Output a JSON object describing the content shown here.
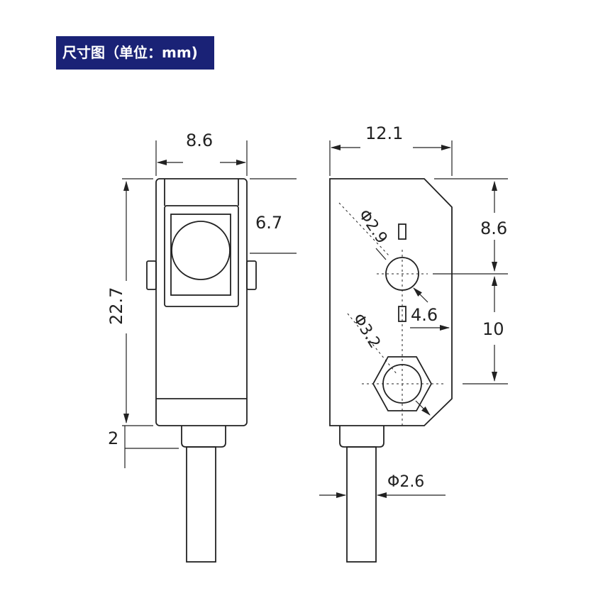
{
  "title": "尺寸图（单位：mm)",
  "front_view": {
    "width": "8.6",
    "height": "22.7",
    "window_offset": "6.7",
    "cable_neck": "2"
  },
  "side_view": {
    "width": "12.1",
    "top_to_hole": "8.6",
    "hole_spacing": "10",
    "hole_inset": "4.6",
    "small_hole_dia": "Φ2.9",
    "large_hole_dia": "Φ3.2",
    "cable_dia": "Φ2.6"
  },
  "colors": {
    "banner": "#1a2276",
    "line": "#222222"
  }
}
